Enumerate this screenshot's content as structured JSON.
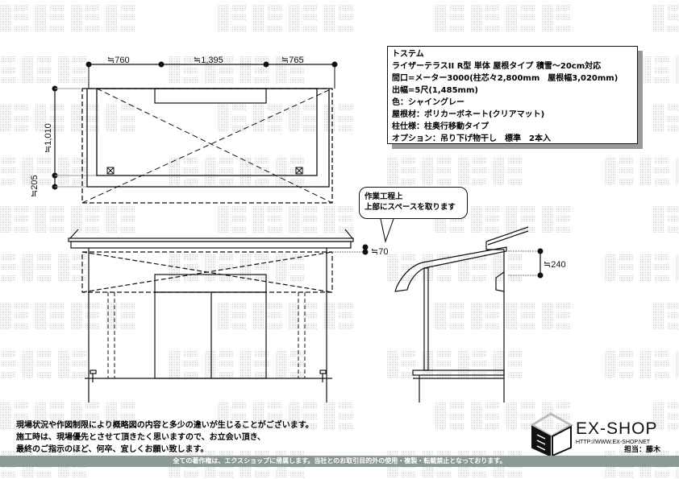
{
  "watermark": "転載禁止",
  "plan_view": {
    "width_dims": [
      "≒760",
      "≒1,395",
      "≒765"
    ],
    "depth_dims": [
      "≒1,010",
      "≒205"
    ]
  },
  "front_view": {
    "clearance_dim": "≒70"
  },
  "side_view": {
    "height_dim": "≒240"
  },
  "callout": {
    "lines": [
      "作業工程上",
      "上部にスペースを取ります"
    ]
  },
  "spec": {
    "lines": [
      "トステム",
      "ライザーテラスII R型 単体 屋根タイプ 積雪～20cm対応",
      "間口=メーター3000(柱芯々2,800mm　屋根幅3,020mm)",
      "出幅=5尺(1,485mm)",
      "色：シャイングレー",
      "屋根材：ポリカーボネート(クリアマット)",
      "柱仕様：柱奥行移動タイプ",
      "オプション：吊り下げ物干し　標準　2本入"
    ]
  },
  "notes": [
    "現場状況や作図制限により概略図の内容と多少の違いが生じることがございます。",
    "施工時は、現場優先とさせて頂きたく思いますので、お立会い頂き、",
    "最終のご指示のほど、何卒、宜しくお願い致します。"
  ],
  "brand": {
    "name": "EX-SHOP",
    "url": "HTTP://WWW.EX-SHOP.NET",
    "staff": "担当：藤木"
  },
  "footer": "全ての著作権は、エクスショップに帰属します。当社とのお取引目的外の使用・複製・転載禁止となっております。"
}
